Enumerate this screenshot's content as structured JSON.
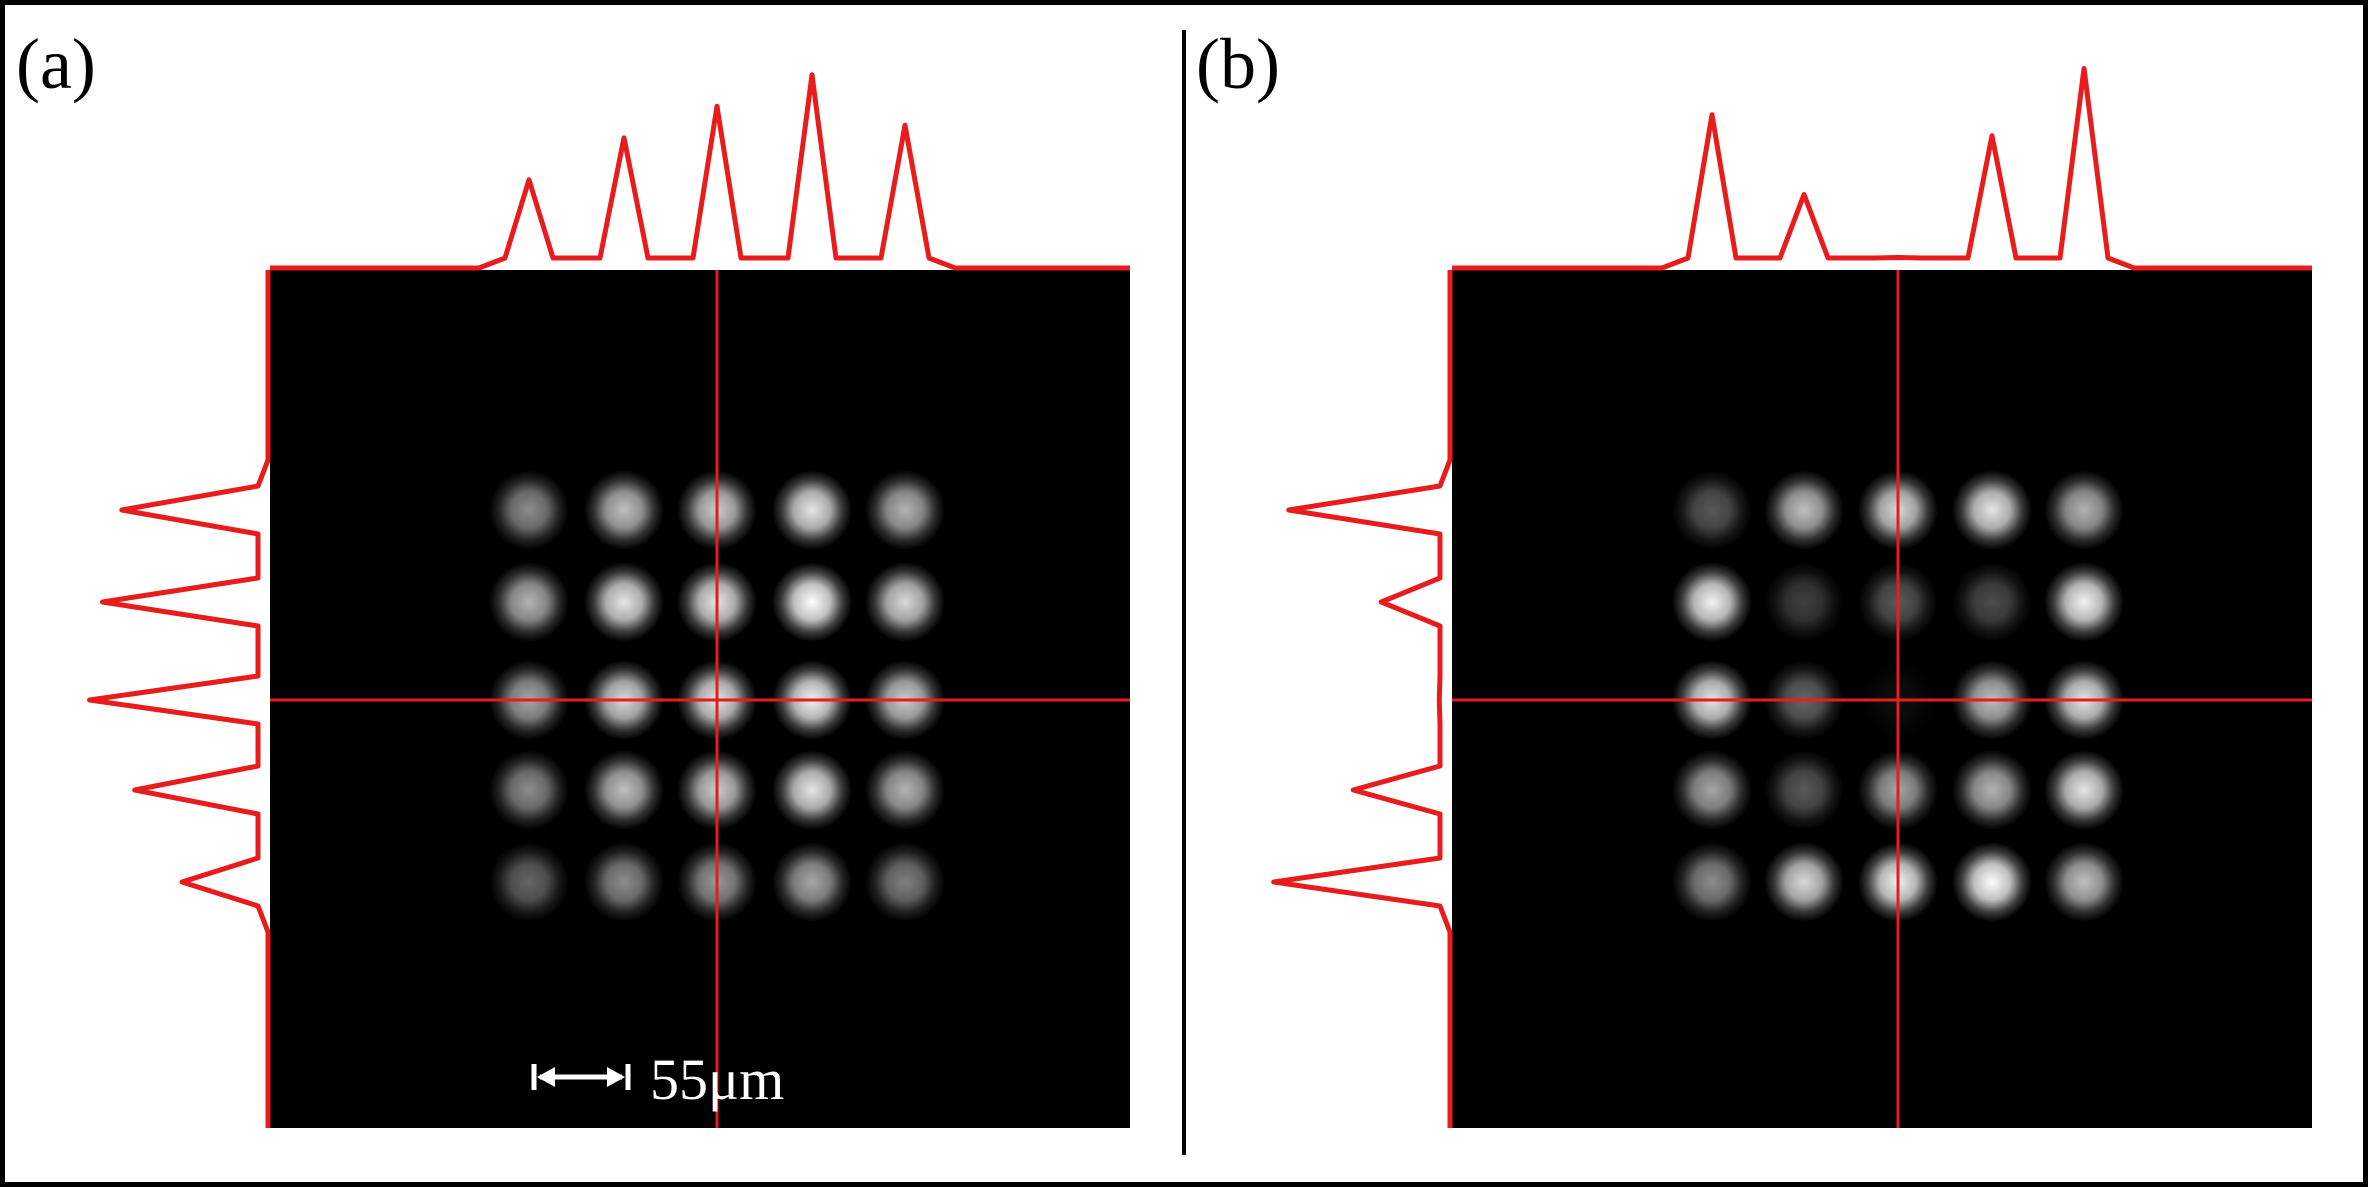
{
  "colors": {
    "profile": "#e81c1c",
    "crosshair": "#e81c1c",
    "image_background": "#000000",
    "frame": "#000000",
    "spot": "#ffffff"
  },
  "scale_bar": {
    "label": "55μm"
  },
  "panels": [
    {
      "id": "a",
      "label": "(a)",
      "has_scale_bar": true,
      "grid_rows": 5,
      "grid_cols": 5,
      "crosshair_col": 3,
      "crosshair_row": 3,
      "spot_intensity": [
        [
          0.55,
          0.75,
          0.8,
          0.9,
          0.7
        ],
        [
          0.7,
          0.9,
          0.9,
          1.0,
          0.85
        ],
        [
          0.65,
          0.85,
          0.9,
          0.95,
          0.8
        ],
        [
          0.55,
          0.75,
          0.8,
          0.9,
          0.7
        ],
        [
          0.4,
          0.55,
          0.6,
          0.65,
          0.5
        ]
      ],
      "top_profile": [
        0.42,
        0.62,
        0.77,
        0.92,
        0.68
      ],
      "left_profile": [
        0.68,
        0.77,
        0.83,
        0.62,
        0.4
      ]
    },
    {
      "id": "b",
      "label": "(b)",
      "has_scale_bar": false,
      "grid_rows": 5,
      "grid_cols": 5,
      "crosshair_col": 3,
      "crosshair_row": 3,
      "spot_intensity": [
        [
          0.35,
          0.75,
          0.85,
          0.9,
          0.7
        ],
        [
          0.95,
          0.25,
          0.35,
          0.3,
          0.95
        ],
        [
          0.9,
          0.4,
          0.05,
          0.75,
          0.9
        ],
        [
          0.65,
          0.35,
          0.65,
          0.7,
          0.9
        ],
        [
          0.55,
          0.85,
          0.95,
          1.0,
          0.75
        ]
      ],
      "top_profile": [
        0.73,
        0.35,
        0.05,
        0.63,
        0.95
      ],
      "left_profile": [
        0.75,
        0.32,
        0.05,
        0.45,
        0.82
      ]
    }
  ]
}
